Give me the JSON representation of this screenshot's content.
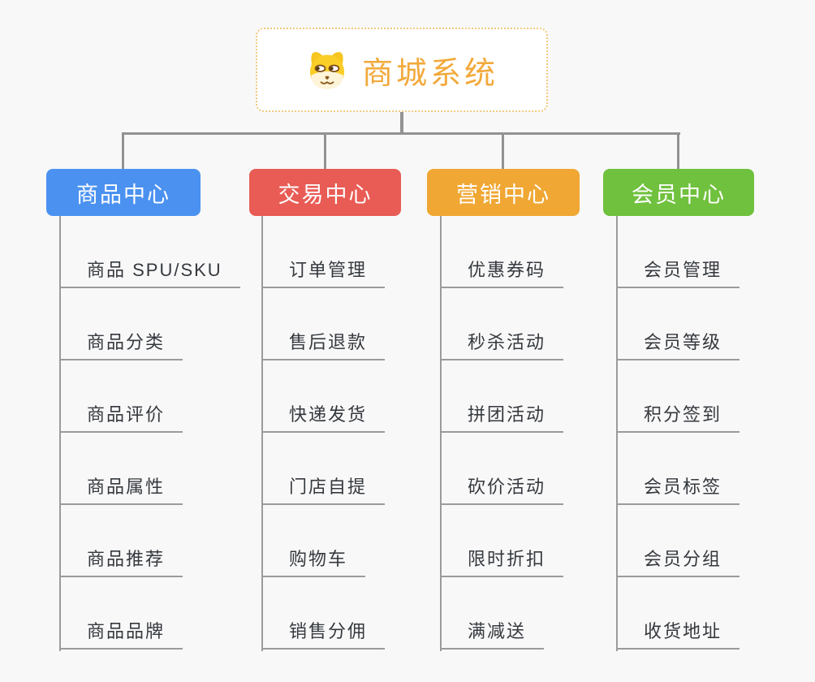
{
  "root": {
    "title": "商城系统",
    "icon": "dog-face-icon",
    "title_color": "#f2a93b",
    "border_color": "#f3c87e"
  },
  "connector_color": "#929292",
  "branches": [
    {
      "label": "商品中心",
      "color": "#4b92f0",
      "children": [
        "商品 SPU/SKU",
        "商品分类",
        "商品评价",
        "商品属性",
        "商品推荐",
        "商品品牌"
      ]
    },
    {
      "label": "交易中心",
      "color": "#e85c55",
      "children": [
        "订单管理",
        "售后退款",
        "快递发货",
        "门店自提",
        "购物车",
        "销售分佣"
      ]
    },
    {
      "label": "营销中心",
      "color": "#f0a734",
      "children": [
        "优惠券码",
        "秒杀活动",
        "拼团活动",
        "砍价活动",
        "限时折扣",
        "满减送"
      ]
    },
    {
      "label": "会员中心",
      "color": "#70c13e",
      "children": [
        "会员管理",
        "会员等级",
        "积分签到",
        "会员标签",
        "会员分组",
        "收货地址"
      ]
    }
  ]
}
